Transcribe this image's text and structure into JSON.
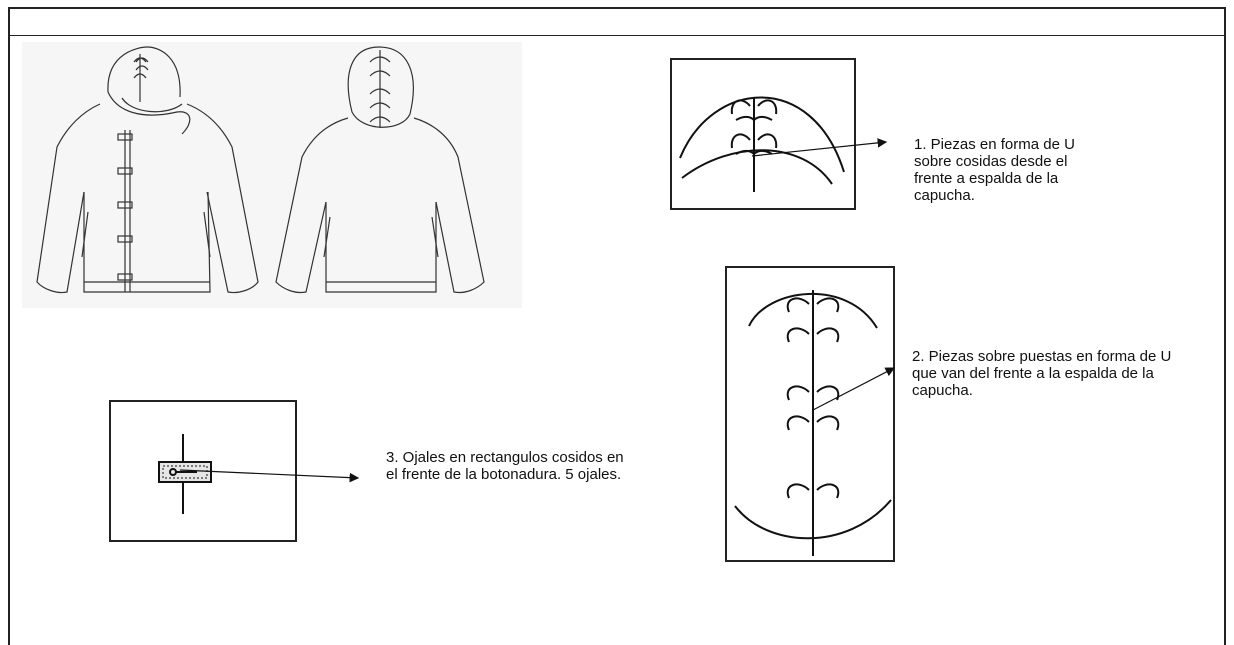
{
  "notes": {
    "note_1": "1. Piezas en forma de U sobre cosidas desde el frente a espalda de la capucha.",
    "note_2": "2. Piezas sobre puestas en forma de U que van del frente a la espalda de la capucha.",
    "note_3": "3. Ojales en rectangulos cosidos en el frente de la botonadura. 5 ojales."
  },
  "views": [
    "front-view",
    "back-view"
  ],
  "colors": {
    "line": "#222222",
    "sketch_bg": "#f6f6f6"
  },
  "garment": {
    "type": "hooded jacket",
    "buttonholes": 5
  }
}
